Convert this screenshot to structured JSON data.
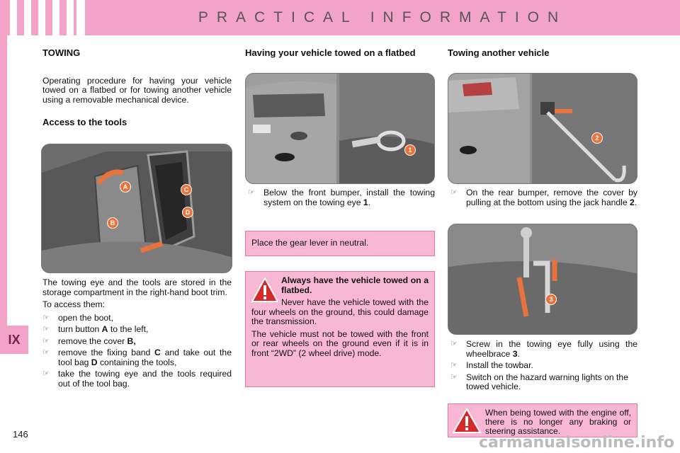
{
  "header": {
    "title": "PRACTICAL INFORMATION",
    "stripe_color": "#ffffff",
    "band_color": "#f4a3c8"
  },
  "side_tab": {
    "label": "IX"
  },
  "page_number": "146",
  "left": {
    "heading": "TOWING",
    "intro": "Operating procedure for having your vehicle towed on a flatbed or for towing another vehicle using a removable mechanical device.",
    "subheading": "Access to the tools",
    "stored": "The towing eye and the tools are stored in the storage compartment in the right-hand boot trim.",
    "to_access": "To access them:",
    "steps": [
      {
        "pre": "open the boot,",
        "bold": "",
        "post": ""
      },
      {
        "pre": "turn button ",
        "bold": "A",
        "post": " to the left,"
      },
      {
        "pre": "remove the cover ",
        "bold": "B,",
        "post": ""
      },
      {
        "pre": "remove the fixing band ",
        "bold": "C",
        "post": " and take out the tool bag "
      },
      {
        "pre": "take the towing eye and the tools required out of the tool bag.",
        "bold": "",
        "post": ""
      }
    ],
    "step4_bold2": "D",
    "step4_tail": " containing the tools,",
    "photo_callouts": [
      "A",
      "B",
      "C",
      "D"
    ]
  },
  "middle": {
    "heading": "Having your vehicle towed on a flatbed",
    "bullet_pre": "Below the front bumper, install the towing system on the towing eye ",
    "bullet_bold": "1",
    "bullet_post": ".",
    "photo_callouts": [
      "1"
    ],
    "neutral_note": "Place the gear lever in neutral.",
    "warning_title": "Always have the vehicle towed on a flatbed.",
    "warning_p1": "Never have the vehicle towed with the four wheels on the ground, this could damage the transmission.",
    "warning_p2": "The vehicle must not be towed with the front or rear wheels on the ground even if it is in front “2WD” (2 wheel drive) mode."
  },
  "right": {
    "heading": "Towing another vehicle",
    "bullet1_pre": "On the rear bumper, remove the cover by pulling at the bottom using the jack handle ",
    "bullet1_bold": "2",
    "bullet1_post": ".",
    "photo1_callouts": [
      "2"
    ],
    "photo2_callouts": [
      "3"
    ],
    "bullets2": [
      {
        "pre": "Screw in the towing eye fully using the wheelbrace ",
        "bold": "3",
        "post": "."
      },
      {
        "pre": "Install the towbar.",
        "bold": "",
        "post": ""
      },
      {
        "pre": "Switch on the hazard warning lights on the towed vehicle.",
        "bold": "",
        "post": ""
      }
    ],
    "warning": "When being towed with the engine off, there is no longer any braking or steering assistance."
  },
  "bullet_marker": "☞",
  "watermark": "carmanualsonline.info",
  "colors": {
    "pink": "#f4a3c8",
    "pink_box": "#f8b8d4",
    "warning_red": "#d42a2a",
    "callout": "#e8733d"
  }
}
